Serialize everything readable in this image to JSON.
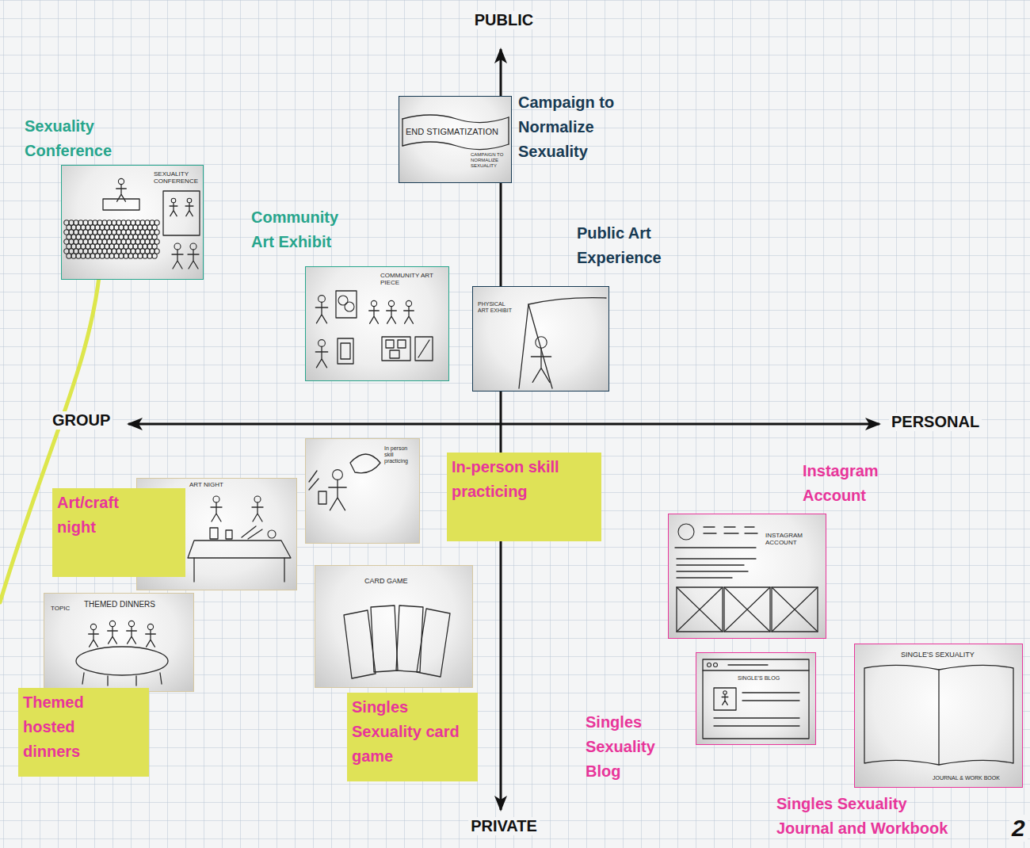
{
  "diagram": {
    "nodes": [
      {
        "text": [
          "Sexuality Conference",
          "SEXUALITY CONFERENCE"
        ]
      },
      {
        "text": [
          "Campaign to Normalize Sexuality",
          "END STIGMATIZATION",
          "CAMPAIGN TO NORMALIZE SEXUALITY"
        ]
      },
      {
        "text": [
          "Community Art Exhibit",
          "COMMUNITY ART PIECE"
        ]
      },
      {
        "text": [
          "Public Art Experience",
          "PHYSICAL ART EXHIBIT"
        ]
      },
      {
        "text": [
          "In-person skill practicing",
          "In person skill practicing"
        ]
      },
      {
        "text": [
          "Art/craft night",
          "ART NIGHT"
        ]
      },
      {
        "text": [
          "Instagram Account",
          "INSTAGRAM ACCOUNT"
        ]
      },
      {
        "text": [
          "Singles Sexuality card game",
          "CARD GAME"
        ]
      },
      {
        "text": [
          "Themed hosted dinners",
          "THEMED DINNERS",
          "TOPIC"
        ]
      },
      {
        "text": [
          "Singles Sexuality Blog",
          "SINGLE'S BLOG"
        ]
      },
      {
        "text": [
          "Singles Sexuality Journal and Workbook",
          "SINGLE'S SEXUALITY",
          "JOURNAL & WORK BOOK"
        ]
      }
    ],
    "labels": [
      "PUBLIC",
      "GROUP",
      "PERSONAL",
      "PRIVATE",
      "2"
    ]
  }
}
